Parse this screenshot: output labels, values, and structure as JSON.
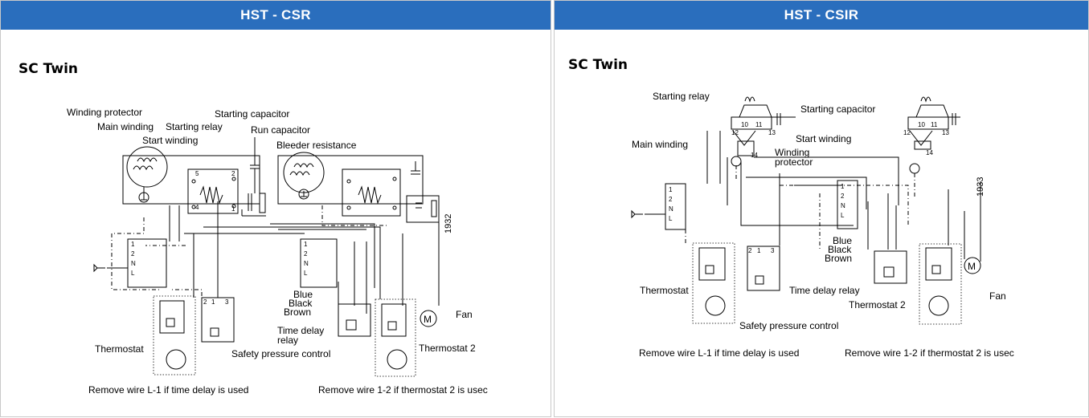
{
  "left": {
    "header": "HST - CSR",
    "subtitle": "SC Twin",
    "figure_number": "1932",
    "labels": {
      "winding_protector": "Winding protector",
      "main_winding": "Main winding",
      "starting_relay": "Starting relay",
      "start_winding": "Start winding",
      "starting_capacitor": "Starting capacitor",
      "run_capacitor": "Run capacitor",
      "bleeder_resistance": "Bleeder resistance",
      "blue": "Blue",
      "black": "Black",
      "brown": "Brown",
      "time_delay_relay_1": "Time delay",
      "time_delay_relay_2": "relay",
      "fan": "Fan",
      "thermostat": "Thermostat",
      "safety_pressure_control": "Safety pressure control",
      "thermostat_2": "Thermostat 2"
    },
    "notes": {
      "note1": "Remove wire L-1 if time delay is used",
      "note2": "Remove wire 1-2 if thermostat 2 is usec"
    }
  },
  "right": {
    "header": "HST - CSIR",
    "subtitle": "SC Twin",
    "figure_number": "1933",
    "labels": {
      "starting_relay": "Starting relay",
      "starting_capacitor": "Starting capacitor",
      "main_winding": "Main winding",
      "start_winding": "Start winding",
      "winding_protector_1": "Winding",
      "winding_protector_2": "protector",
      "blue": "Blue",
      "black": "Black",
      "brown": "Brown",
      "time_delay_relay": "Time delay relay",
      "thermostat_2": "Thermostat 2",
      "fan": "Fan",
      "thermostat": "Thermostat",
      "safety_pressure_control": "Safety pressure control"
    },
    "notes": {
      "note1": "Remove wire L-1 if time delay is used",
      "note2": "Remove wire 1-2 if thermostat 2 is usec"
    }
  }
}
